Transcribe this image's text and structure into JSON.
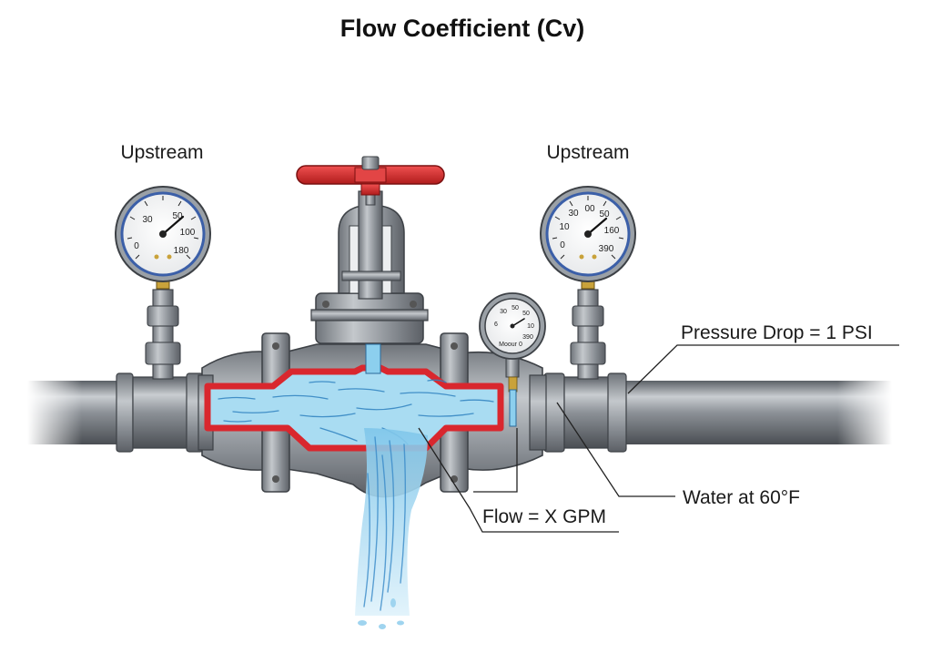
{
  "title": "Flow Coefficient (Cv)",
  "labels": {
    "upstream_left": "Upstream",
    "upstream_right": "Upstream",
    "pressure_drop": "Pressure Drop = 1 PSI",
    "water_temp": "Water at 60°F",
    "flow": "Flow = X GPM"
  },
  "gauges": {
    "left": {
      "scale": [
        "0",
        "30",
        "50",
        "100",
        "180"
      ]
    },
    "right": {
      "scale": [
        "0",
        "10",
        "30",
        "00",
        "50",
        "160",
        "390"
      ]
    },
    "small": {
      "scale": [
        "30",
        "50",
        "50",
        "6",
        "10",
        "390"
      ],
      "caption": "Moour 0"
    }
  },
  "colors": {
    "handwheel": "#d32f2f",
    "valve_body": "#8e9399",
    "pipe": "#7a7f85",
    "water": "#a9dcf2",
    "liner": "#d9272e",
    "gauge_ring": "#3b5fa8"
  }
}
